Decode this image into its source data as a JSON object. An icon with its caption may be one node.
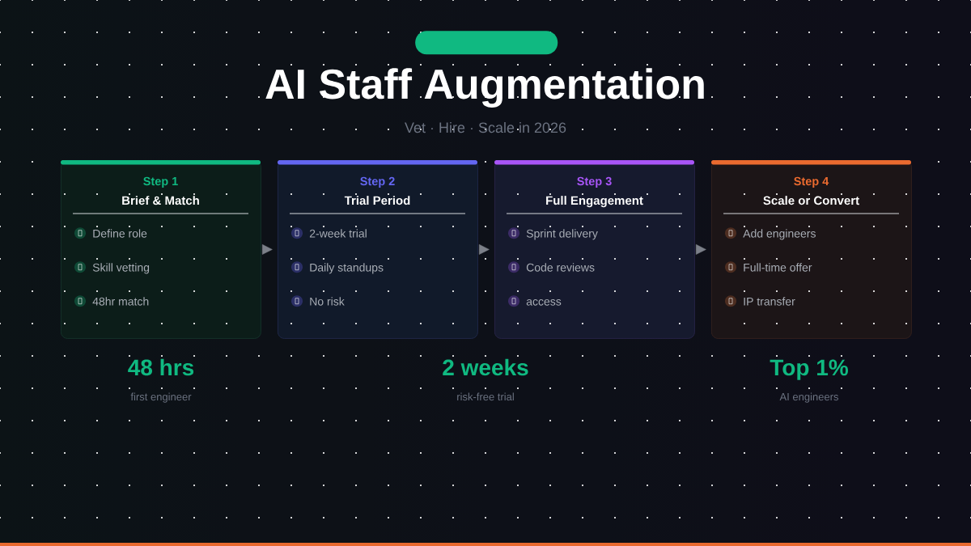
{
  "diagram": {
    "title": "AI Staff Augmentation",
    "nodes": [
      {
        "text": [],
        "shape": "bar"
      },
      {
        "text": [
          "Step 1",
          "Brief & Match",
          "Define role",
          "Skill vetting",
          "48hr match"
        ]
      },
      {
        "text": [
          "Step 2",
          "Trial Period",
          "2-week trial",
          "Daily standups",
          "No risk"
        ]
      },
      {
        "text": [
          "Step 3",
          "Full Engagement",
          "Sprint delivery",
          "Code reviews",
          "access"
        ]
      },
      {
        "text": [
          "Step 4",
          "Scale or Convert",
          "Add engineers",
          "Full-time offer",
          "IP transfer"
        ]
      }
    ],
    "edges": [
      {
        "from": 1,
        "to": 2,
        "arrow": "to"
      },
      {
        "from": 2,
        "to": 3,
        "arrow": "to"
      },
      {
        "from": 3,
        "to": 4,
        "arrow": "to"
      }
    ],
    "labels": [
      "Vet · Hire · Scale in 2026",
      "48 hrs",
      "first engineer",
      "2 weeks",
      "risk-free trial",
      "Top 1%",
      "AI engineers"
    ]
  }
}
